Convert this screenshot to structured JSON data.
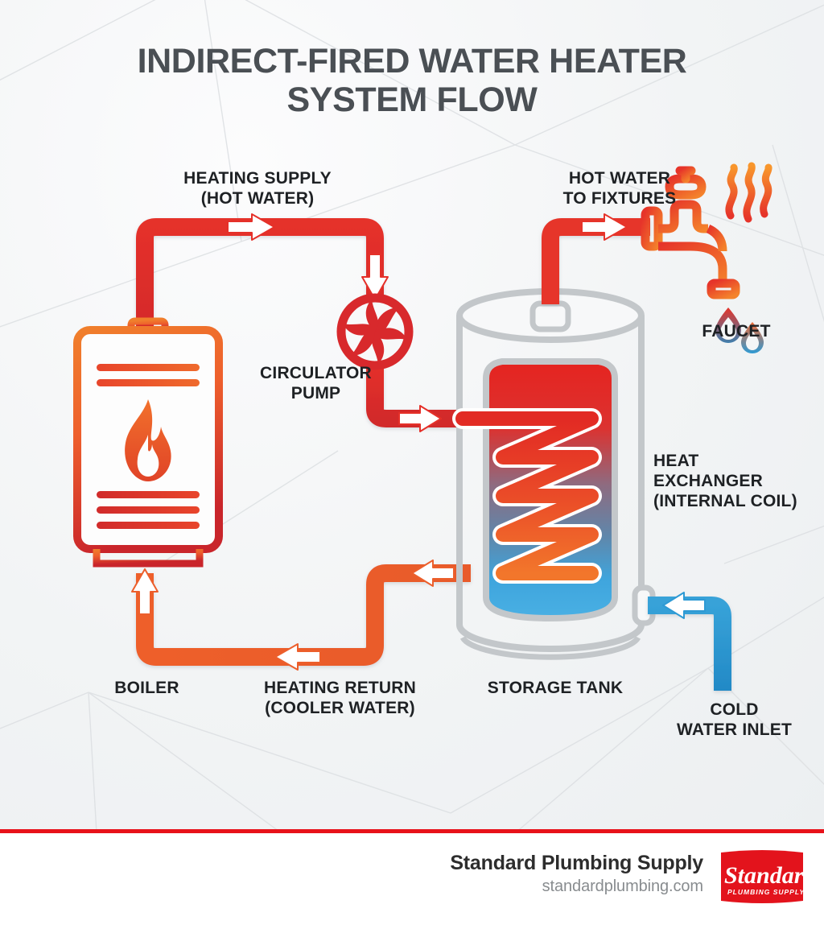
{
  "title": "INDIRECT-FIRED WATER HEATER\nSYSTEM FLOW",
  "labels": {
    "heating_supply": "HEATING SUPPLY\n(HOT WATER)",
    "hot_water_to_fixtures": "HOT WATER\nTO FIXTURES",
    "faucet": "FAUCET",
    "circulator_pump": "CIRCULATOR\nPUMP",
    "heat_exchanger": "HEAT\nEXCHANGER\n(INTERNAL COIL)",
    "boiler": "BOILER",
    "heating_return": "HEATING RETURN\n(COOLER WATER)",
    "storage_tank": "STORAGE TANK",
    "cold_water_inlet": "COLD\nWATER INLET"
  },
  "footer": {
    "company": "Standard Plumbing Supply",
    "website": "standardplumbing.com",
    "logo_script": "Standard",
    "logo_subtext": "PLUMBING SUPPLY"
  },
  "colors": {
    "hot_red": "#e02a27",
    "hot_red_dark": "#c9252b",
    "warm_orange": "#ec5f2c",
    "orange_light": "#f5832a",
    "cold_blue": "#2e9ad4",
    "cold_blue_deep": "#1f86c4",
    "tank_gray": "#bdc1c4",
    "text_dark": "#1e2124",
    "title_gray": "#4a4f54",
    "footer_rule_red": "#e8121a",
    "logo_red": "#e3131c",
    "background": "#eef0f2"
  },
  "components": {
    "boiler": {
      "name": "boiler-unit",
      "icon": "flame-icon",
      "top_bars": 2,
      "bottom_bars": 3
    },
    "pump": {
      "name": "circulator-pump",
      "icon": "impeller-icon",
      "blades": 6
    },
    "tank": {
      "name": "storage-tank",
      "water_top_color": "#e02a27",
      "water_bottom_color": "#3fa5dd"
    },
    "coil": {
      "name": "heat-exchanger-coil",
      "zigzag_passes": 6
    },
    "faucet": {
      "name": "faucet-icon",
      "heat_waves": 3,
      "droplets": 2
    }
  },
  "flow_arrows": [
    {
      "name": "supply-arrow-right",
      "direction": "right",
      "color": "#e02a27"
    },
    {
      "name": "supply-arrow-down",
      "direction": "down",
      "color": "#e02a27"
    },
    {
      "name": "supply-arrow-into-tank",
      "direction": "right",
      "color": "#e02a27"
    },
    {
      "name": "hot-water-arrow-right",
      "direction": "right",
      "color": "#e6392c"
    },
    {
      "name": "return-arrow-out-of-tank",
      "direction": "left",
      "color": "#ec5f2c"
    },
    {
      "name": "return-arrow-left",
      "direction": "left",
      "color": "#ec5f2c"
    },
    {
      "name": "return-arrow-up",
      "direction": "up",
      "color": "#ec5f2c"
    },
    {
      "name": "cold-inlet-arrow-left",
      "direction": "left",
      "color": "#2e9ad4"
    }
  ]
}
